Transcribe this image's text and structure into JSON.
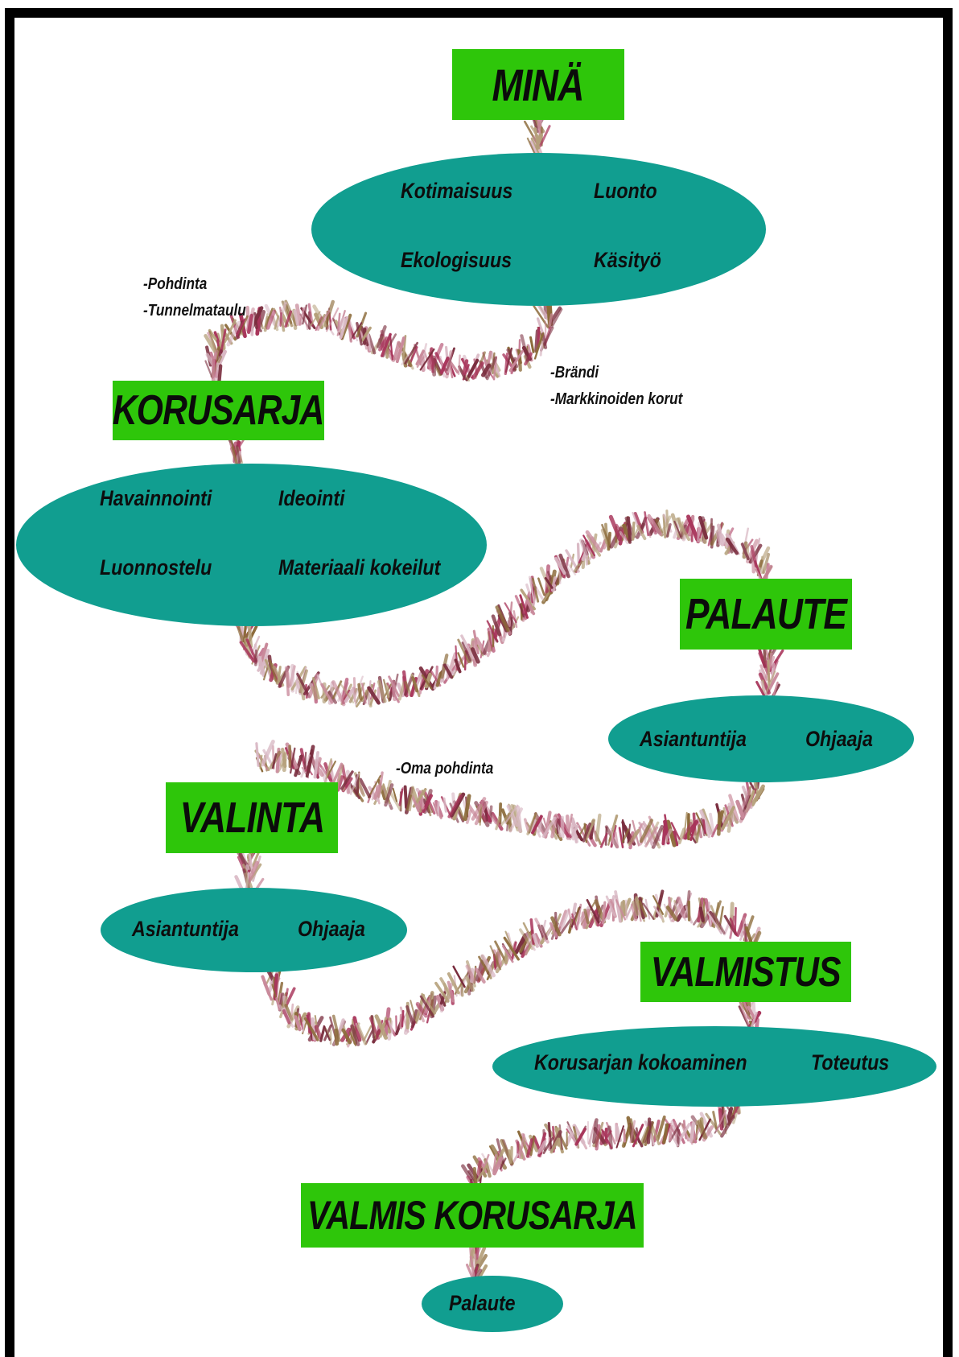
{
  "stages": {
    "mina": {
      "title": "MINÄ",
      "items": [
        "Kotimaisuus",
        "Luonto",
        "Ekologisuus",
        "Käsityö"
      ]
    },
    "korusarja": {
      "title": "KORUSARJA",
      "items": [
        "Havainnointi",
        "Ideointi",
        "Luonnostelu",
        "Materiaali kokeilut"
      ]
    },
    "palaute": {
      "title": "PALAUTE",
      "items": [
        "Asiantuntija",
        "Ohjaaja"
      ]
    },
    "valinta": {
      "title": "VALINTA",
      "items": [
        "Asiantuntija",
        "Ohjaaja"
      ]
    },
    "valmistus": {
      "title": "VALMISTUS",
      "items": [
        "Korusarjan kokoaminen",
        "Toteutus"
      ]
    },
    "valmis": {
      "title": "VALMIS KORUSARJA",
      "items": [
        "Palaute"
      ]
    }
  },
  "notes": {
    "reflection": [
      "-Pohdinta",
      "-Tunnelmataulu"
    ],
    "brand": [
      "-Brändi",
      "-Markkinoiden korut"
    ],
    "own_reflection": "-Oma pohdinta"
  },
  "colors": {
    "box_green": "#2ec60a",
    "ellipse_teal": "#119e90",
    "vine_colors": [
      "#a8345a",
      "#c98a9b",
      "#8c6b3a",
      "#d9b8c4",
      "#7a2d3e",
      "#b5a07a"
    ]
  }
}
